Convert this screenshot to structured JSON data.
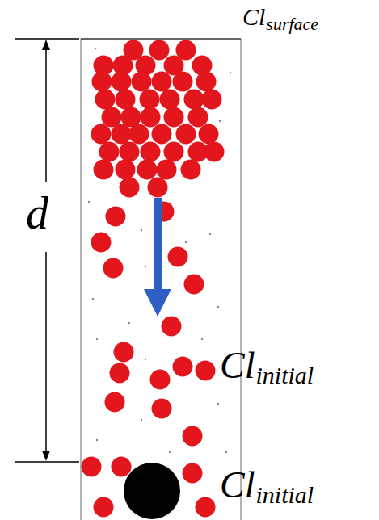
{
  "diagram": {
    "labels": [
      "Cl",
      "surface",
      "d",
      "Cl",
      "initial",
      "Cl",
      "initial"
    ]
  }
}
